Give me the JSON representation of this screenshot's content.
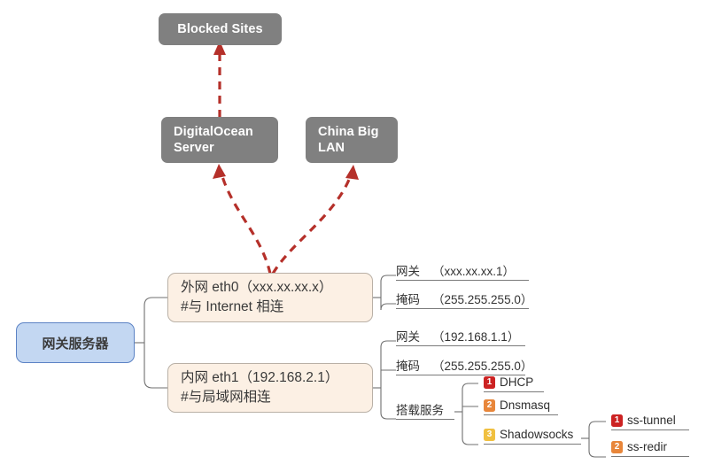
{
  "diagram": {
    "title": "Gateway server network topology",
    "colors": {
      "gray_node": "#808080",
      "blue_node_fill": "#c3d7f2",
      "blue_node_border": "#5b82c4",
      "cream_node_fill": "#fcf0e4",
      "cream_node_border": "#b9b0a6",
      "dashed_arrow": "#b5302a",
      "connector": "#6f6f6f",
      "badge_1": "#cc2222",
      "badge_2": "#e8863a",
      "badge_3": "#f0c040"
    }
  },
  "nodes": {
    "blocked_sites": "Blocked Sites",
    "digitalocean_server": "DigitalOcean\nServer",
    "digitalocean_server_line1": "DigitalOcean",
    "digitalocean_server_line2": "Server",
    "china_big_lan_line1": "China Big",
    "china_big_lan_line2": "LAN",
    "gateway_server": "网关服务器",
    "eth0_line1": "外网 eth0（xxx.xx.xx.x）",
    "eth0_line2": "#与 Internet 相连",
    "eth1_line1": "内网 eth1（192.168.2.1）",
    "eth1_line2": "#与局域网相连"
  },
  "eth0_details": [
    {
      "key": "网关",
      "value": "（xxx.xx.xx.1）"
    },
    {
      "key": "掩码",
      "value": "（255.255.255.0）"
    }
  ],
  "eth1_details": [
    {
      "key": "网关",
      "value": "（192.168.1.1）"
    },
    {
      "key": "掩码",
      "value": "（255.255.255.0）"
    }
  ],
  "services_label": "搭载服务",
  "services": [
    {
      "num": "1",
      "label": "DHCP",
      "color": "#cc2222"
    },
    {
      "num": "2",
      "label": "Dnsmasq",
      "color": "#e8863a"
    },
    {
      "num": "3",
      "label": "Shadowsocks",
      "color": "#f0c040"
    }
  ],
  "shadowsocks_children": [
    {
      "num": "1",
      "label": "ss-tunnel",
      "color": "#cc2222"
    },
    {
      "num": "2",
      "label": "ss-redir",
      "color": "#e8863a"
    }
  ]
}
